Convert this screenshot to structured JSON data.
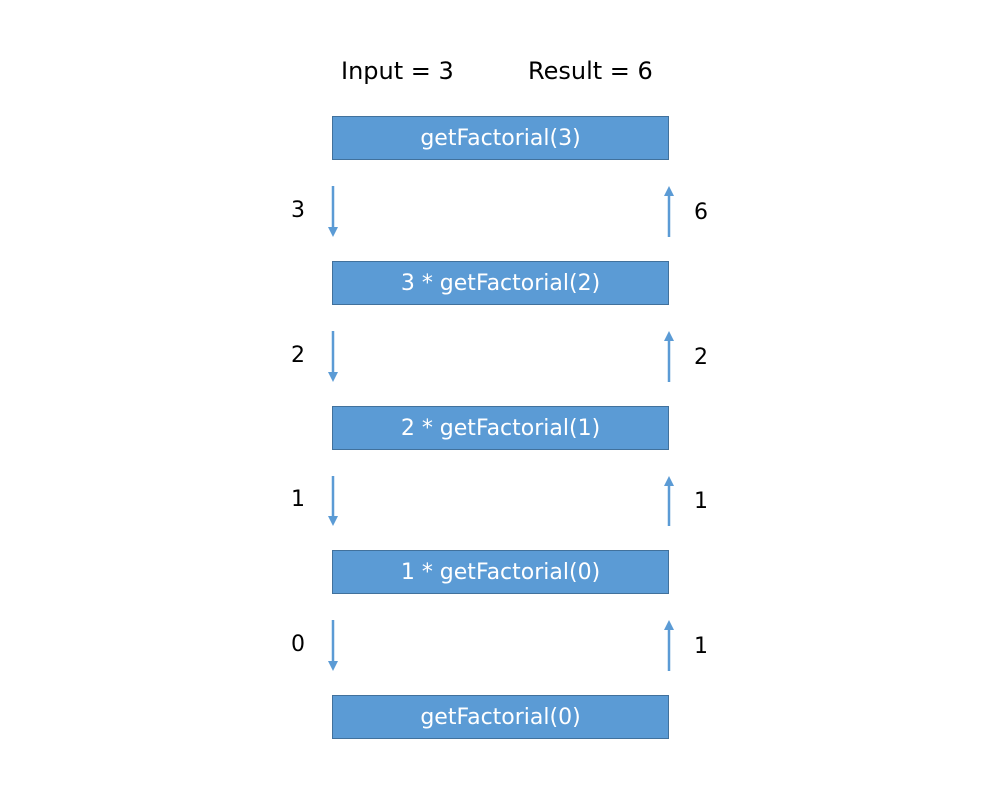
{
  "header": {
    "input_text": "Input = 3",
    "result_text": "Result = 6"
  },
  "colors": {
    "box_fill": "#5b9bd5",
    "box_border": "#41719c",
    "arrow": "#5b9bd5"
  },
  "calls": [
    {
      "label": "getFactorial(3)"
    },
    {
      "label": "3 * getFactorial(2)"
    },
    {
      "label": "2 * getFactorial(1)"
    },
    {
      "label": "1 * getFactorial(0)"
    },
    {
      "label": "getFactorial(0)"
    }
  ],
  "transitions": [
    {
      "down_value": "3",
      "up_value": "6"
    },
    {
      "down_value": "2",
      "up_value": "2"
    },
    {
      "down_value": "1",
      "up_value": "1"
    },
    {
      "down_value": "0",
      "up_value": "1"
    }
  ]
}
